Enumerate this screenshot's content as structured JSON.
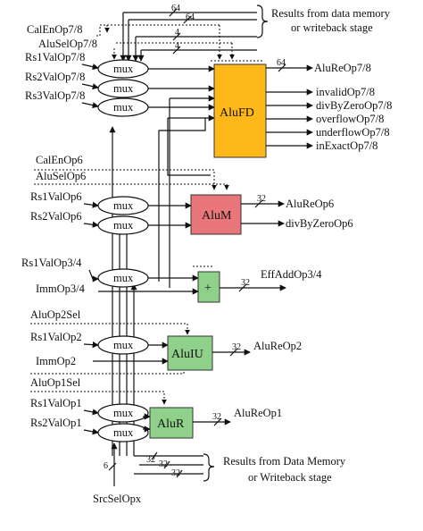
{
  "top_note": [
    "Results from data memory",
    "or writeback stage"
  ],
  "bottom_note": [
    "Results from Data Memory",
    "or Writeback stage"
  ],
  "bus_widths": {
    "w64": "64",
    "w4": "4",
    "w32": "32",
    "w6": "6"
  },
  "mux_label": "mux",
  "plus_label": "+",
  "inputs": {
    "calen78": "CalEnOp7/8",
    "alusel78": "AluSelOp7/8",
    "rs1_78": "Rs1ValOp7/8",
    "rs2_78": "Rs2ValOp7/8",
    "rs3_78": "Rs3ValOp7/8",
    "calen6": "CalEnOp6",
    "alusel6": "AluSelOp6",
    "rs1_6": "Rs1ValOp6",
    "rs2_6": "Rs2ValOp6",
    "rs1_34": "Rs1ValOp3/4",
    "imm34": "ImmOp3/4",
    "aluop2sel": "AluOp2Sel",
    "rs1_2": "Rs1ValOp2",
    "imm2": "ImmOp2",
    "aluop1sel": "AluOp1Sel",
    "rs1_1": "Rs1ValOp1",
    "rs2_1": "Rs2ValOp1",
    "srcsel": "SrcSelOpx"
  },
  "blocks": {
    "alufd": {
      "name": "AluFD",
      "color": "#FFB81A"
    },
    "alum": {
      "name": "AluM",
      "color": "#E8767A"
    },
    "aluiu": {
      "name": "AluIU",
      "color": "#8FD08A"
    },
    "alur": {
      "name": "AluR",
      "color": "#8FD08A"
    },
    "adder": {
      "color": "#8FD08A"
    }
  },
  "outputs": {
    "alure78": "AluReOp7/8",
    "invalid78": "invalidOp7/8",
    "divzero78": "divByZeroOp7/8",
    "overflow78": "overflowOp7/8",
    "underflow78": "underflowOp7/8",
    "inexact78": "inExactOp7/8",
    "alure6": "AluReOp6",
    "divzero6": "divByZeroOp6",
    "effadd34": "EffAddOp3/4",
    "alure2": "AluReOp2",
    "alure1": "AluReOp1"
  }
}
